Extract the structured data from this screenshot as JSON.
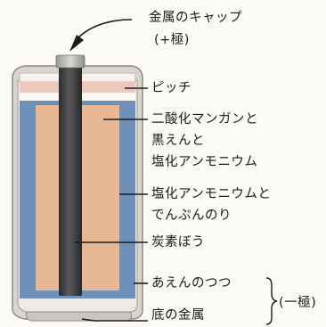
{
  "labels": {
    "cap_line1": "金属のキャップ",
    "cap_line2": "(+極)",
    "pitch": "ピッチ",
    "mn_line1": "二酸化マンガンと",
    "mn_line2": "黒えんと",
    "mn_line3": "塩化アンモニウム",
    "paste_line1": "塩化アンモニウムと",
    "paste_line2": "でんぷんのり",
    "carbon": "炭素ぼう",
    "zinc": "あえんのつつ",
    "minus": "(一極)",
    "bottom": "底の金属"
  },
  "colors": {
    "background": "#fbfaf6",
    "casing_fill": "#d8d4cd",
    "casing_stroke": "#8c8a86",
    "zinc_blue": "#6d8fb8",
    "manganese": "#e9b897",
    "pitch_pink": "#f2cfc2",
    "pitch_white": "#faf6f2",
    "carbon_rod": "#3e3e3e",
    "metal_cap": "#bdbcb8",
    "text": "#1c1c1c"
  }
}
